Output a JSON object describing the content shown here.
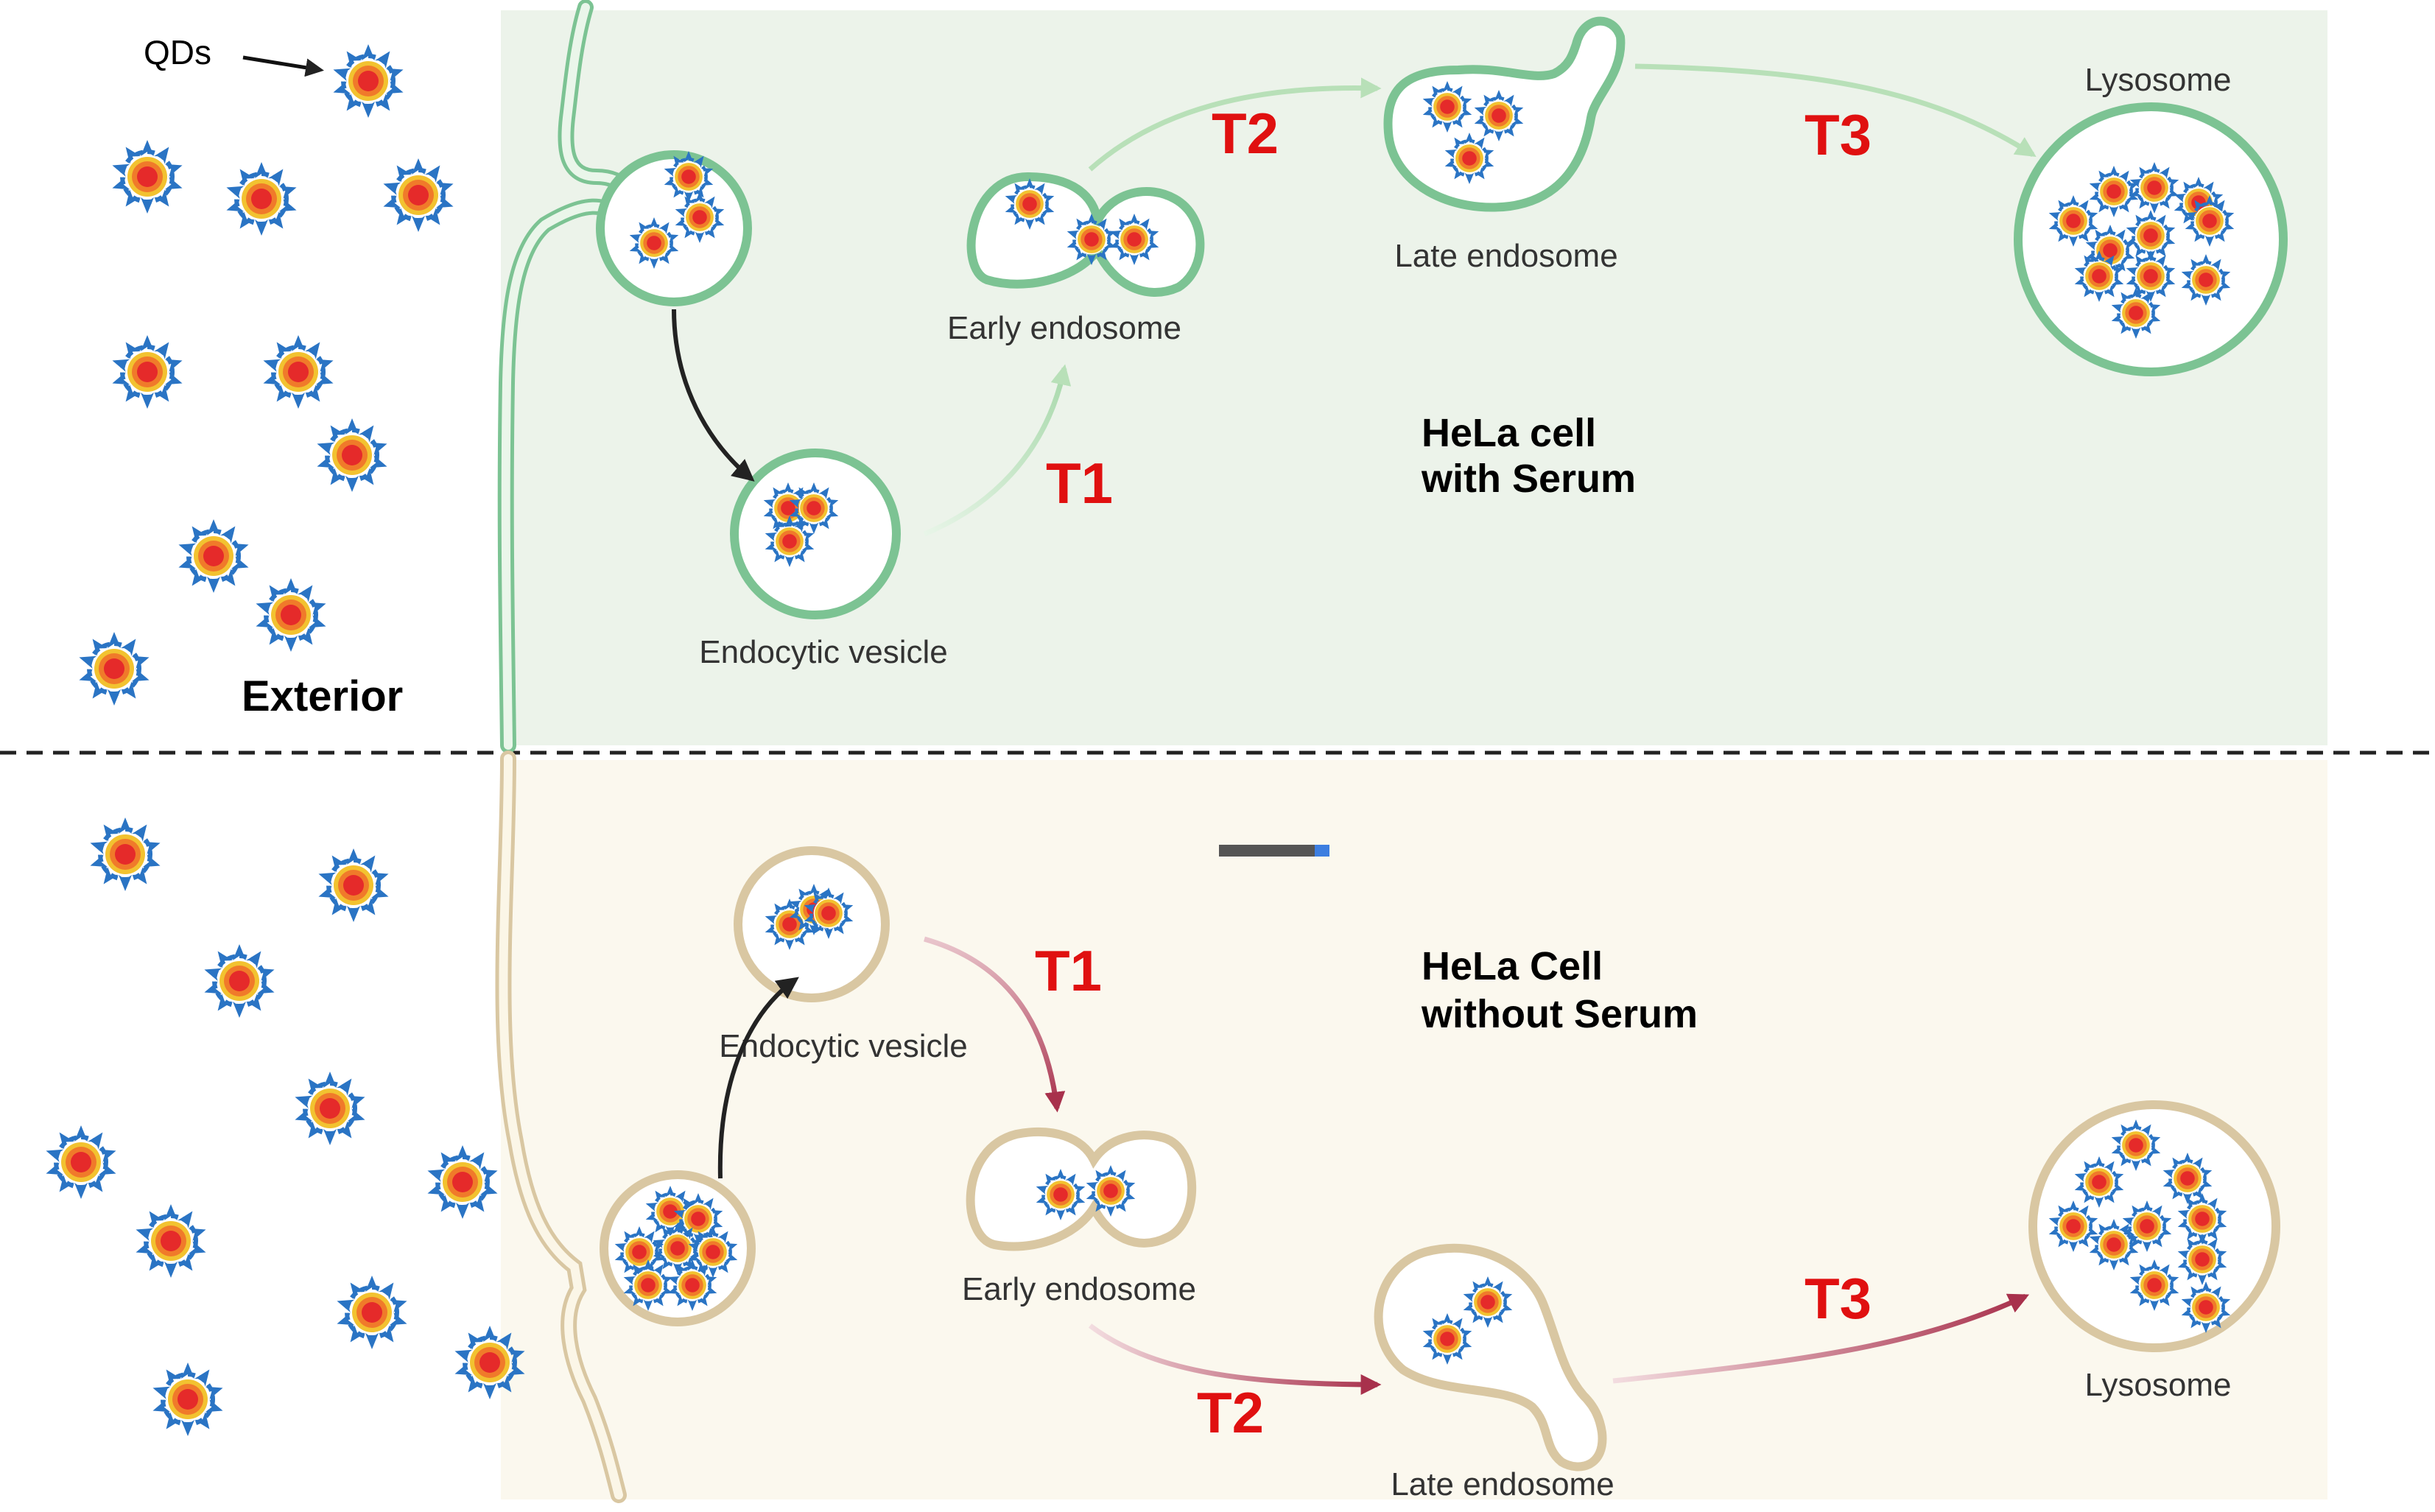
{
  "labels": {
    "qds": "QDs",
    "exterior": "Exterior"
  },
  "top": {
    "condition_line1": "HeLa cell",
    "condition_line2": "with Serum",
    "endocytic_vesicle": "Endocytic vesicle",
    "early_endosome": "Early endosome",
    "late_endosome": "Late endosome",
    "lysosome": "Lysosome",
    "t1": "T1",
    "t2": "T2",
    "t3": "T3"
  },
  "bottom": {
    "condition_line1": "HeLa Cell",
    "condition_line2": "without Serum",
    "endocytic_vesicle": "Endocytic vesicle",
    "early_endosome": "Early endosome",
    "late_endosome": "Late endosome",
    "lysosome": "Lysosome",
    "t1": "T1",
    "t2": "T2",
    "t3": "T3"
  },
  "colors": {
    "serum_background": "#ecf3ea",
    "no_serum_background": "#fbf8ee",
    "serum_membrane": "#7cc393",
    "no_serum_membrane": "#d9c7a2",
    "serum_arrow": "#b8e0b8",
    "no_serum_arrow": "#a8314c",
    "label_red": "#e01010",
    "qd_spikes": "#2a74c4",
    "qd_ring_outer": "#f2c230",
    "qd_ring_inner": "#f07a2a",
    "qd_core": "#e52a2a"
  },
  "icons": [
    "quantum-dot-icon",
    "vesicle-icon",
    "endosome-icon",
    "lysosome-icon"
  ]
}
